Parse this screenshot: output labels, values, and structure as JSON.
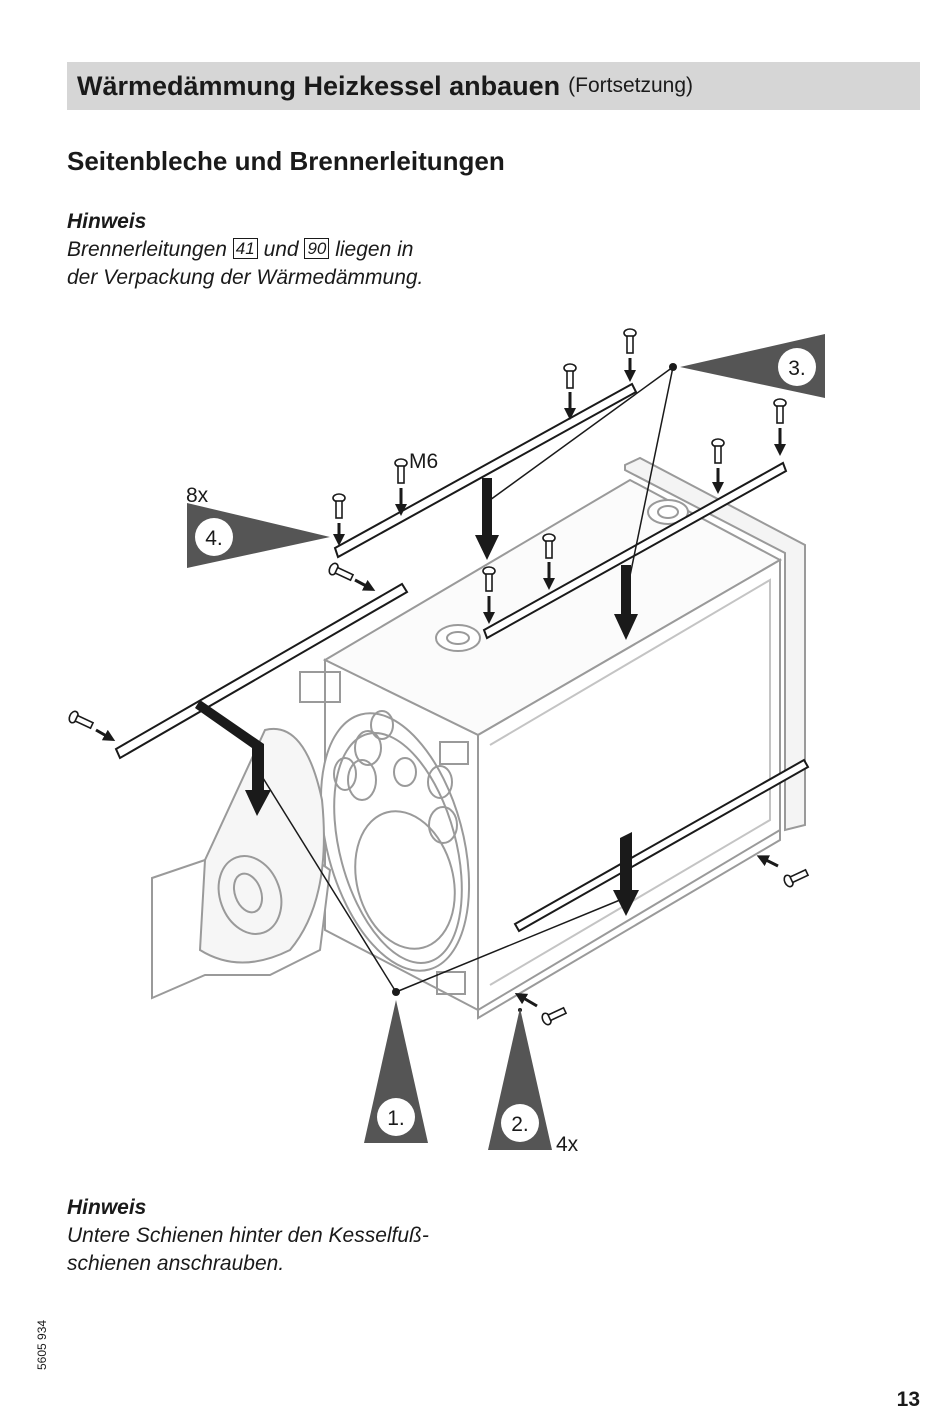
{
  "header": {
    "title": "Wärmedämmung Heizkessel anbauen",
    "subtitle": "(Fortsetzung)"
  },
  "section": {
    "heading": "Seitenbleche und Brennerleitungen"
  },
  "note_top": {
    "title": "Hinweis",
    "line1_pre": "Brennerleitungen",
    "ref_a": "41",
    "line1_mid": "und",
    "ref_b": "90",
    "line1_post": "liegen in",
    "line2": "der Verpackung der Wärmedämmung."
  },
  "diagram": {
    "callouts": {
      "step1": "1.",
      "step2": "2.",
      "step3": "3.",
      "step4": "4."
    },
    "labels": {
      "screw_size": "M6",
      "count_upper": "8x",
      "count_lower": "4x"
    }
  },
  "note_bottom": {
    "title": "Hinweis",
    "line1": "Untere Schienen hinter den Kesselfuß-",
    "line2": "schienen anschrauben."
  },
  "footer": {
    "doc_number": "5605 934",
    "page_number": "13"
  },
  "colors": {
    "title_bar": "#d6d6d6",
    "callout_fill": "#555555",
    "drawing_line": "#9a9a9a",
    "text": "#1a1a1a"
  }
}
